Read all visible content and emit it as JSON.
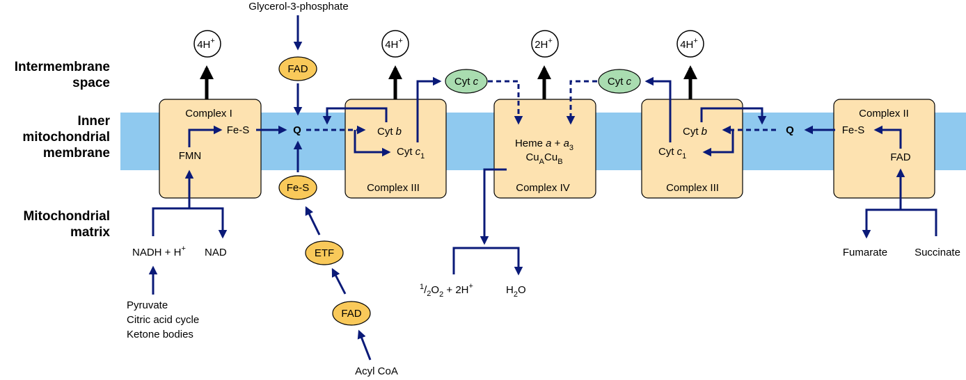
{
  "regions": {
    "intermembrane": [
      "Intermembrane",
      "space"
    ],
    "inner": [
      "Inner",
      "mitochondrial",
      "membrane"
    ],
    "matrix": [
      "Mitochondrial",
      "matrix"
    ]
  },
  "complexes": {
    "c1": {
      "title": "Complex I",
      "fes": "Fe-S",
      "fmn": "FMN"
    },
    "c3a": {
      "title": "Complex III",
      "cytb": "Cyt ",
      "cytb_i": "b",
      "cytc1": "Cyt ",
      "cytc1_i": "c",
      "cytc1_sub": "1"
    },
    "c4": {
      "title": "Complex IV",
      "heme": "Heme ",
      "heme_a": "a",
      "heme_plus": " + ",
      "heme_a3": "a",
      "heme_a3_sub": "3",
      "cu": "Cu",
      "cu_a": "A",
      "cu2": "Cu",
      "cu_b": "B"
    },
    "c3b": {
      "title": "Complex III",
      "cytb": "Cyt ",
      "cytb_i": "b",
      "cytc1": "Cyt ",
      "cytc1_i": "c",
      "cytc1_sub": "1"
    },
    "c2": {
      "title": "Complex II",
      "fes": "Fe-S",
      "fad": "FAD"
    }
  },
  "protons": {
    "p1": "4H",
    "p2": "4H",
    "p3": "2H",
    "p4": "4H",
    "sup": "+"
  },
  "carriers": {
    "fad_top": "FAD",
    "fes_mid": "Fe-S",
    "etf": "ETF",
    "fad_bottom": "FAD",
    "cytc_left": "Cyt ",
    "cytc_left_i": "c",
    "cytc_right": "Cyt ",
    "cytc_right_i": "c",
    "q_left": "Q",
    "q_right": "Q"
  },
  "substrates": {
    "glycerol": "Glycerol-3-phosphate",
    "nadh": "NADH + H",
    "nadh_sup": "+",
    "nad": "NAD",
    "sources": [
      "Pyruvate",
      "Citric acid cycle",
      "Ketone bodies"
    ],
    "acyl": "Acyl CoA",
    "oxygen_num": "1",
    "oxygen_den": "2",
    "oxygen_o": "O",
    "oxygen_sub": "2",
    "oxygen_rest": " + 2H",
    "oxygen_sup": "+",
    "water_h": "H",
    "water_sub": "2",
    "water_o": "O",
    "fumarate": "Fumarate",
    "succinate": "Succinate"
  },
  "colors": {
    "membrane": "#8fc9ef",
    "complex_fill": "#fde2b0",
    "carrier_orange": "#f9c95a",
    "cytc_green": "#a9dcb0",
    "arrow": "#0a1a78"
  }
}
